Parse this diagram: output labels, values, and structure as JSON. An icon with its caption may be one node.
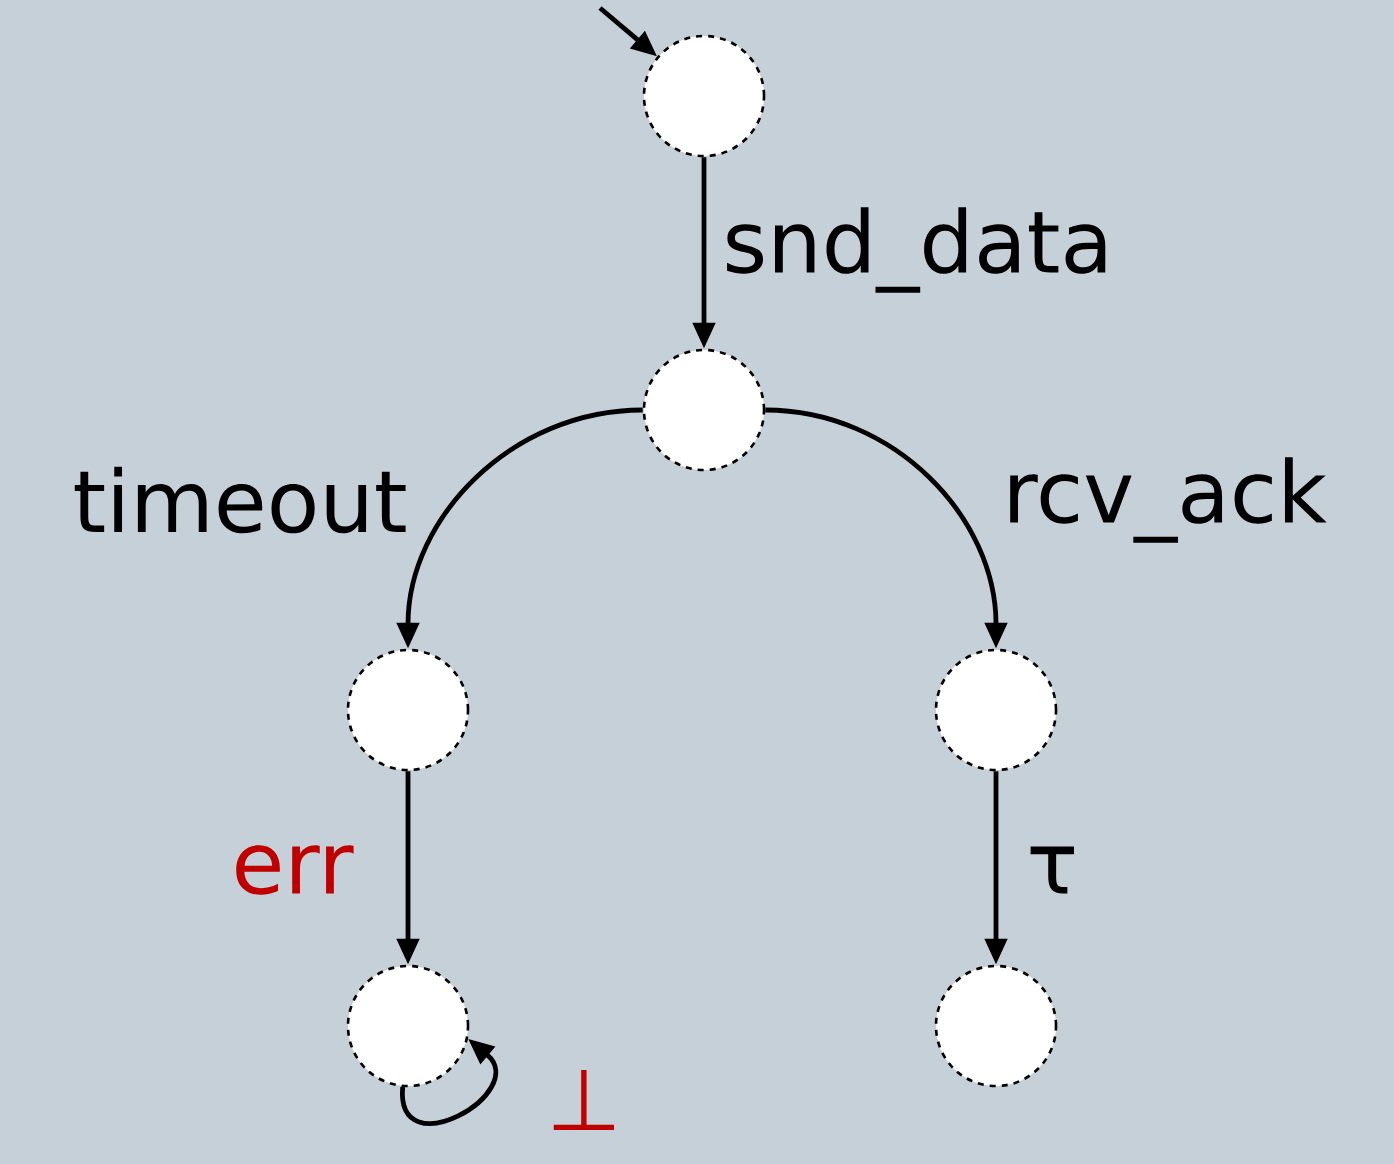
{
  "diagram": {
    "nodes": [
      {
        "text": [],
        "shape": "circle"
      },
      {
        "text": [],
        "shape": "circle"
      },
      {
        "text": [],
        "shape": "circle"
      },
      {
        "text": [],
        "shape": "circle"
      },
      {
        "text": [],
        "shape": "circle"
      },
      {
        "text": [],
        "shape": "circle"
      }
    ],
    "edges": [
      {
        "from": null,
        "to": 0,
        "arrow": "to"
      },
      {
        "from": 0,
        "to": 1,
        "arrow": "to",
        "label": "snd_data"
      },
      {
        "from": 1,
        "to": 2,
        "arrow": "to",
        "label": "timeout"
      },
      {
        "from": 1,
        "to": 3,
        "arrow": "to",
        "label": "rcv_ack"
      },
      {
        "from": 2,
        "to": 4,
        "arrow": "to",
        "label": "err"
      },
      {
        "from": 3,
        "to": 5,
        "arrow": "to",
        "label": "τ"
      },
      {
        "from": 4,
        "to": 4,
        "arrow": "to",
        "label": "⊥"
      }
    ]
  }
}
